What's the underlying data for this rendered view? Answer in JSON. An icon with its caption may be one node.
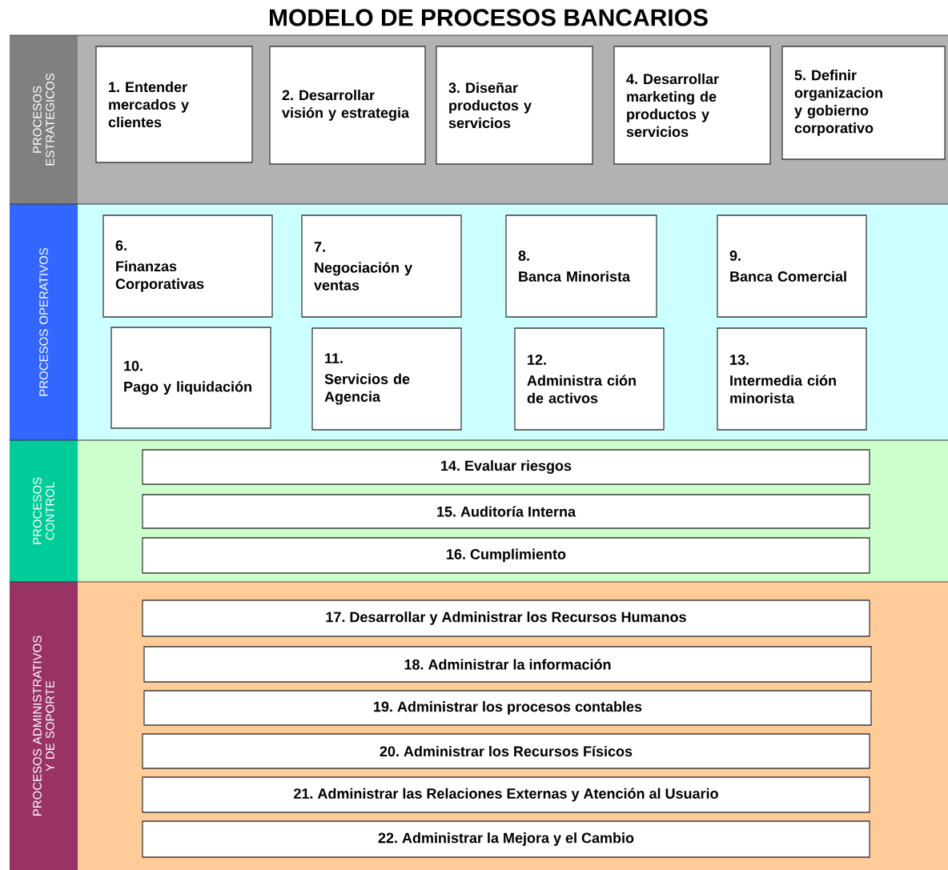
{
  "diagram": {
    "title": "MODELO DE PROCESOS  BANCARIOS",
    "nodes": [
      {
        "text": [
          "PROCESOS ESTRATEGICOS"
        ]
      },
      {
        "text": [
          "1. Entender mercados y clientes"
        ],
        "in": 0
      },
      {
        "text": [
          "2. Desarrollar visión y estrategia"
        ],
        "in": 0
      },
      {
        "text": [
          "3. Diseñar productos y servicios"
        ],
        "in": 0
      },
      {
        "text": [
          "4. Desarrollar marketing de productos y servicios"
        ],
        "in": 0
      },
      {
        "text": [
          "5. Definir organizacion y gobierno corporativo"
        ],
        "in": 0
      },
      {
        "text": [
          "PROCESOS OPERATIVOS"
        ]
      },
      {
        "text": [
          "6.",
          "Finanzas Corporativas"
        ],
        "in": 6
      },
      {
        "text": [
          "7.",
          "Negociación y ventas"
        ],
        "in": 6
      },
      {
        "text": [
          "8.",
          "Banca Minorista"
        ],
        "in": 6
      },
      {
        "text": [
          "9.",
          "Banca Comercial"
        ],
        "in": 6
      },
      {
        "text": [
          "10.",
          "Pago y liquidación"
        ],
        "in": 6
      },
      {
        "text": [
          "11.",
          "Servicios de Agencia"
        ],
        "in": 6
      },
      {
        "text": [
          "12.",
          "Administra ción de activos"
        ],
        "in": 6
      },
      {
        "text": [
          "13.",
          "Intermedia ción minorista"
        ],
        "in": 6
      },
      {
        "text": [
          "PROCESOS CONTROL"
        ]
      },
      {
        "text": [
          "14. Evaluar riesgos"
        ],
        "in": 15
      },
      {
        "text": [
          "15. Auditoría Interna"
        ],
        "in": 15
      },
      {
        "text": [
          "16. Cumplimiento"
        ],
        "in": 15
      },
      {
        "text": [
          "PROCESOS ADMINISTRATIVOS Y DE SOPORTE"
        ]
      },
      {
        "text": [
          "17. Desarrollar y Administrar los Recursos Humanos"
        ],
        "in": 19
      },
      {
        "text": [
          "18. Administrar la información"
        ],
        "in": 19
      },
      {
        "text": [
          "19. Administrar los procesos contables"
        ],
        "in": 19
      },
      {
        "text": [
          "20. Administrar los Recursos Físicos"
        ],
        "in": 19
      },
      {
        "text": [
          "21. Administrar las Relaciones Externas y Atención al Usuario"
        ],
        "in": 19
      },
      {
        "text": [
          "22. Administrar la Mejora y el Cambio"
        ],
        "in": 19
      }
    ]
  }
}
